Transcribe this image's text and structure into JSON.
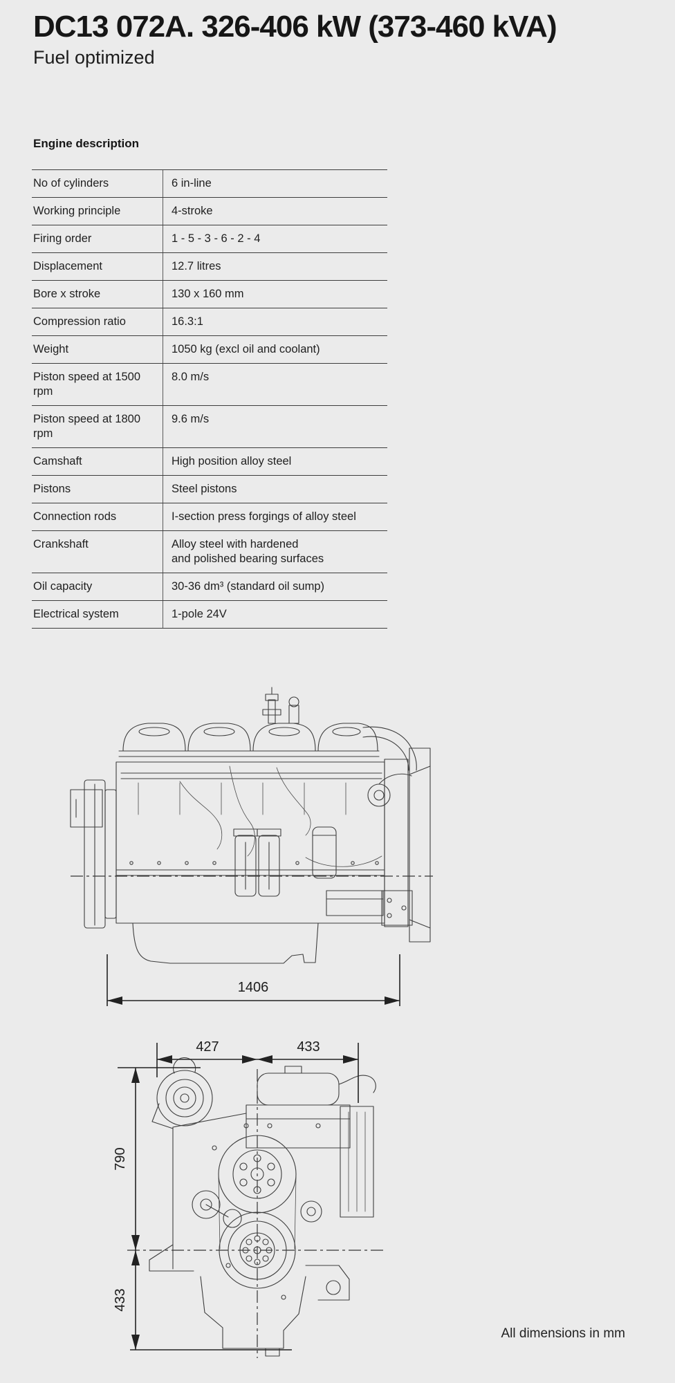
{
  "page": {
    "title": "DC13 072A. 326-406 kW (373-460 kVA)",
    "subtitle": "Fuel optimized",
    "footnote": "All dimensions in mm"
  },
  "engine_table": {
    "heading": "Engine description",
    "rows": [
      {
        "label": "No of cylinders",
        "value": "6 in-line"
      },
      {
        "label": "Working principle",
        "value": "4-stroke"
      },
      {
        "label": "Firing order",
        "value": "1 - 5 - 3 - 6 - 2 - 4"
      },
      {
        "label": "Displacement",
        "value": "12.7 litres"
      },
      {
        "label": "Bore x stroke",
        "value": "130 x 160 mm"
      },
      {
        "label": "Compression ratio",
        "value": "16.3:1"
      },
      {
        "label": "Weight",
        "value": "1050 kg (excl oil and coolant)"
      },
      {
        "label": "Piston speed at 1500 rpm",
        "value": "8.0 m/s"
      },
      {
        "label": "Piston speed at 1800 rpm",
        "value": "9.6 m/s"
      },
      {
        "label": "Camshaft",
        "value": "High position alloy steel"
      },
      {
        "label": "Pistons",
        "value": "Steel pistons"
      },
      {
        "label": "Connection rods",
        "value": "I-section press forgings of alloy steel"
      },
      {
        "label": "Crankshaft",
        "value": "Alloy steel with hardened\nand polished bearing surfaces"
      },
      {
        "label": "Oil capacity",
        "value": "30-36 dm³ (standard oil sump)"
      },
      {
        "label": "Electrical system",
        "value": "1-pole 24V"
      }
    ]
  },
  "drawings": {
    "side_view": {
      "length_dim": "1406"
    },
    "front_view": {
      "width_left_dim": "427",
      "width_right_dim": "433",
      "height_upper_dim": "790",
      "height_lower_dim": "433"
    }
  }
}
